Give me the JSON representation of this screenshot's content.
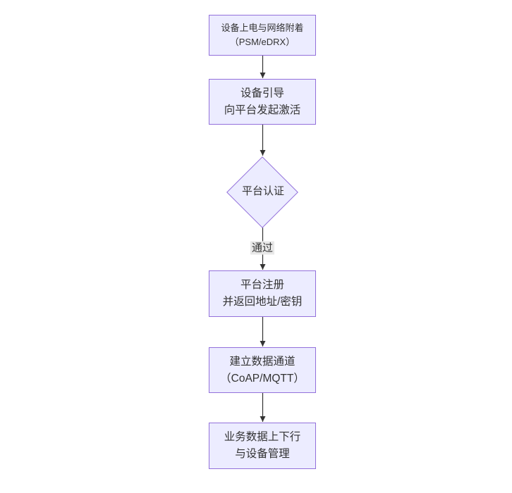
{
  "flowchart": {
    "nodes": [
      {
        "label": "设备上电与网络附着\n（PSM/eDRX）",
        "shape": "rect"
      },
      {
        "label": "设备引导\n向平台发起激活",
        "shape": "rect"
      },
      {
        "label": "平台认证",
        "shape": "diamond"
      },
      {
        "label": "平台注册\n并返回地址/密钥",
        "shape": "rect"
      },
      {
        "label": "建立数据通道\n（CoAP/MQTT）",
        "shape": "rect"
      },
      {
        "label": "业务数据上下行\n与设备管理",
        "shape": "rect"
      }
    ],
    "edges": [
      {
        "from": 0,
        "to": 1,
        "label": ""
      },
      {
        "from": 1,
        "to": 2,
        "label": ""
      },
      {
        "from": 2,
        "to": 3,
        "label": "通过"
      },
      {
        "from": 3,
        "to": 4,
        "label": ""
      },
      {
        "from": 4,
        "to": 5,
        "label": ""
      }
    ],
    "colors": {
      "node_fill": "#ECECFF",
      "node_border": "#9370DB",
      "edge_stroke": "#333333",
      "edge_label_bg": "#e8e8e8",
      "text": "#333333",
      "background": "#ffffff"
    }
  }
}
